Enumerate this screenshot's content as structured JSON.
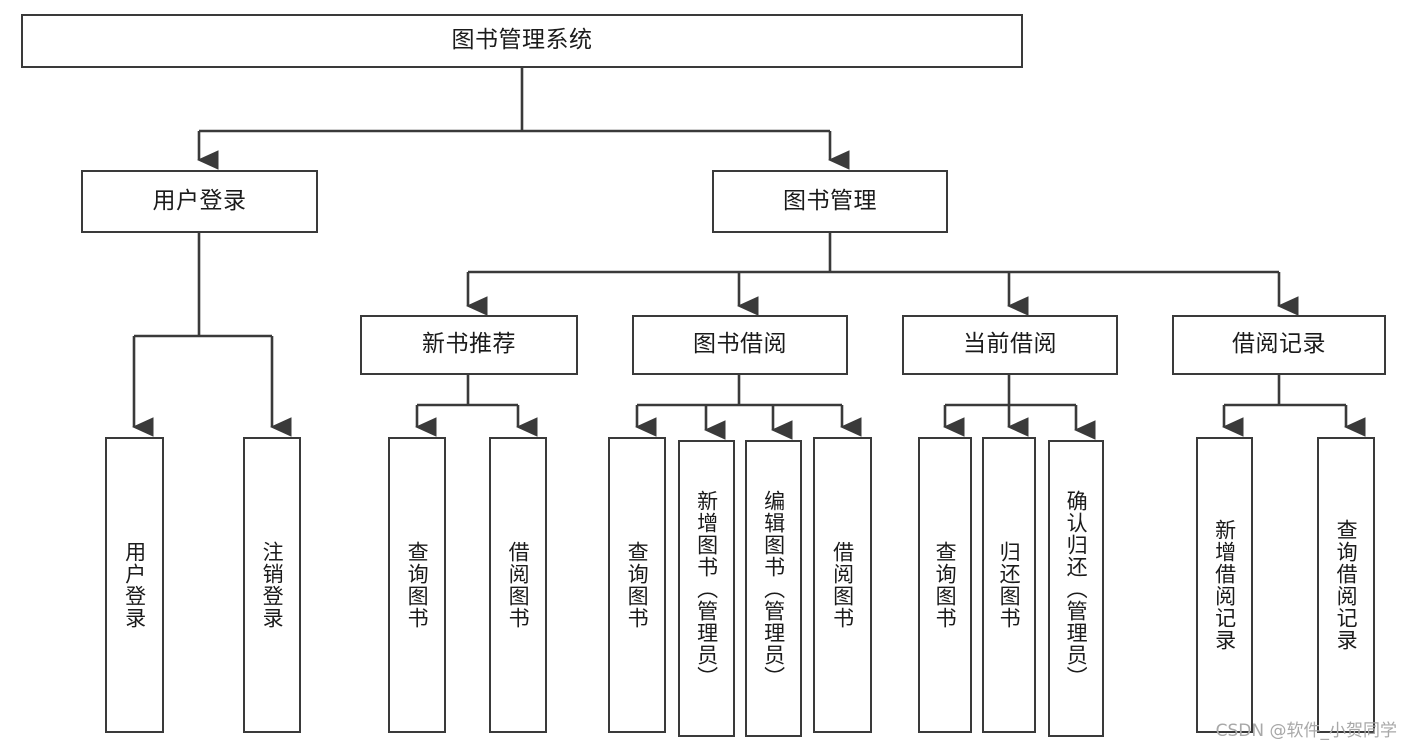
{
  "diagram": {
    "type": "tree-hierarchy",
    "title": "图书管理系统",
    "orientation": "top-down",
    "colors": {
      "stroke": "#3a3a3a",
      "fill": "#ffffff",
      "text": "#1b1b1b",
      "watermark": "#a8a8a8"
    },
    "watermark": "CSDN @软件_小贺同学"
  },
  "nodes": {
    "root": {
      "label": "图书管理系统"
    },
    "level2": [
      {
        "label": "用户登录"
      },
      {
        "label": "图书管理"
      }
    ],
    "level3": [
      {
        "label": "新书推荐"
      },
      {
        "label": "图书借阅"
      },
      {
        "label": "当前借阅"
      },
      {
        "label": "借阅记录"
      }
    ],
    "leaves": {
      "user_login": [
        {
          "label": "用户登录"
        },
        {
          "label": "注销登录"
        }
      ],
      "new_book": [
        {
          "label": "查询图书"
        },
        {
          "label": "借阅图书"
        }
      ],
      "book_borrow": [
        {
          "label": "查询图书"
        },
        {
          "label": "新增图书（管理员）"
        },
        {
          "label": "编辑图书（管理员）"
        },
        {
          "label": "借阅图书"
        }
      ],
      "current_borrow": [
        {
          "label": "查询图书"
        },
        {
          "label": "归还图书"
        },
        {
          "label": "确认归还（管理员）"
        }
      ],
      "borrow_record": [
        {
          "label": "新增借阅记录"
        },
        {
          "label": "查询借阅记录"
        }
      ]
    }
  }
}
